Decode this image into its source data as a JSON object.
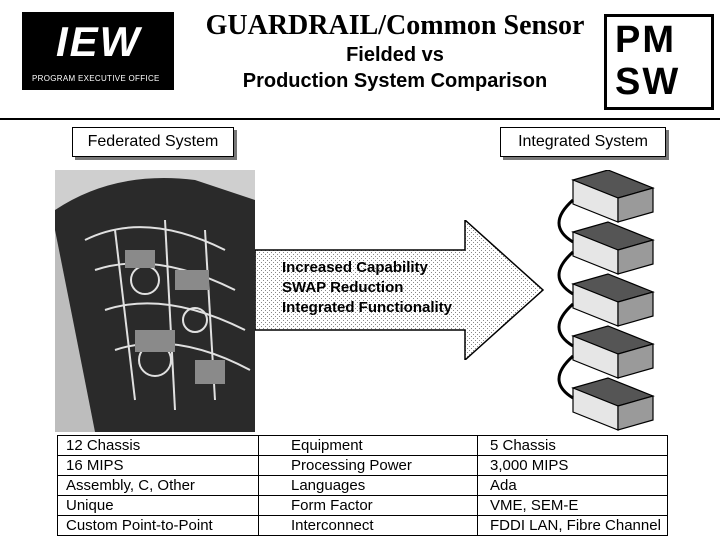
{
  "header": {
    "iew_logo": {
      "big": "IEW",
      "small": "PROGRAM EXECUTIVE OFFICE"
    },
    "title": "GUARDRAIL/Common Sensor",
    "subtitle_line1": "Fielded vs",
    "subtitle_line2": "Production System Comparison",
    "pm_logo": {
      "top": "PM",
      "bottom": "SW"
    }
  },
  "labels": {
    "federated": "Federated System",
    "integrated": "Integrated System"
  },
  "arrow_points": [
    "Increased Capability",
    "SWAP Reduction",
    "Integrated Functionality"
  ],
  "comparison_table": [
    [
      "12 Chassis",
      "Equipment",
      "5 Chassis"
    ],
    [
      "16 MIPS",
      "Processing Power",
      "3,000 MIPS"
    ],
    [
      "Assembly, C, Other",
      "Languages",
      "Ada"
    ],
    [
      "Unique",
      "Form Factor",
      "VME, SEM-E"
    ],
    [
      "Custom Point-to-Point",
      "Interconnect",
      "FDDI LAN, Fibre Channel"
    ]
  ]
}
